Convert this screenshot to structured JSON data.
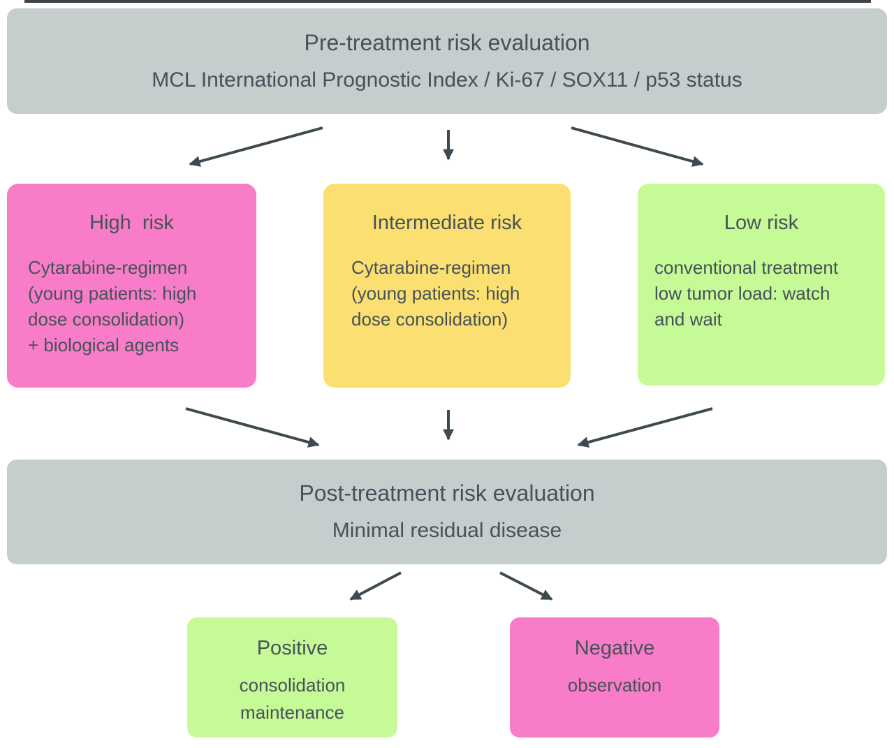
{
  "pre_treatment": {
    "title": "Pre-treatment risk evaluation",
    "subtitle": "MCL International Prognostic Index / Ki-67 / SOX11 / p53 status"
  },
  "risk_boxes": {
    "high": {
      "title": "High  risk",
      "body": "Cytarabine-regimen\n(young patients: high\ndose consolidation)\n+ biological agents"
    },
    "intermediate": {
      "title": "Intermediate risk",
      "body": "Cytarabine-regimen\n(young patients: high\ndose consolidation)"
    },
    "low": {
      "title": "Low risk",
      "body": "conventional treatment\nlow tumor load: watch\nand wait"
    }
  },
  "post_treatment": {
    "title": "Post-treatment risk evaluation",
    "subtitle": "Minimal residual disease"
  },
  "outcome_boxes": {
    "positive": {
      "title": "Positive",
      "body": "consolidation\nmaintenance"
    },
    "negative": {
      "title": "Negative",
      "body": "observation"
    }
  },
  "colors": {
    "panel_gray": "#c5cecd",
    "high_risk_pink": "#f87cc8",
    "intermediate_yellow": "#fbdf70",
    "low_risk_green": "#c6fa96",
    "text": "#46525a",
    "arrow": "#3f4a50"
  }
}
